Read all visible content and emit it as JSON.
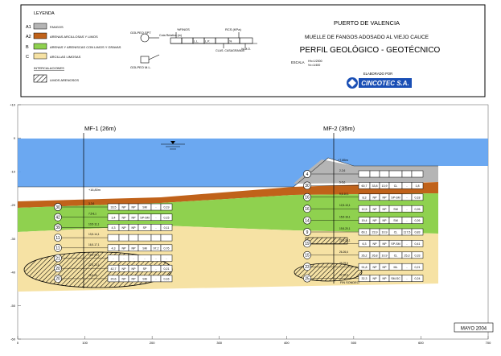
{
  "legend": {
    "title": "LEYENDA",
    "items": [
      {
        "code": "A1",
        "label": "FANGOS",
        "color": "#b5b5b5"
      },
      {
        "code": "A2",
        "label": "ARENAS ARCILLOSAS Y LIMOS",
        "color": "#c0621a"
      },
      {
        "code": "B",
        "label": "ARENAS Y ARENISCAS CON LIMOS Y GRAVAS",
        "color": "#8fd14f"
      },
      {
        "code": "C",
        "label": "ARCILLAS LIMOSAS",
        "color": "#f6e2a4"
      }
    ],
    "intercalations_title": "INTERCALACIONES",
    "hatch_label": "LIMOS ARENOSOS",
    "key": {
      "golpeo_spt": "GOLPEO SPT",
      "golpeo_ml": "GOLPEO M.L.",
      "finos": "%FINOS",
      "rcs": "RCS (KPa)",
      "cota": "Cota Relativa (m)",
      "ll": "L.L.",
      "lp": "L.P.",
      "pct": "%",
      "mo": "% M.O.",
      "clas": "CLAS. CASAGRANDE"
    }
  },
  "header": {
    "location": "PUERTO DE VALENCIA",
    "project": "MUELLE DE FANGOS ADOSADO AL VIEJO CAUCE",
    "title": "PERFIL GEOLÓGICO - GEOTÉCNICO",
    "scale_label": "ESCALA",
    "scale_h": "Hh=1/2000",
    "scale_v": "Vv=1/400",
    "made_by": "ELABORADO POR",
    "company": "CINCOTEC S.A."
  },
  "profile": {
    "y_ticks": [
      "+10",
      "0",
      "-10",
      "-20",
      "-30",
      "-40",
      "-50",
      "-60"
    ],
    "x_ticks": [
      "0",
      "100",
      "200",
      "300",
      "400",
      "500",
      "600",
      "700"
    ],
    "boreholes": [
      {
        "name": "MF-1 (26m)"
      },
      {
        "name": "MF-2 (35m)"
      }
    ],
    "level_labels": [
      "+16,80m",
      "+7,85m",
      "FIN SONDEO"
    ],
    "mf1_rows": [
      {
        "spt": "30",
        "depth": "3-3,6",
        "c": [
          "33,5",
          "NP",
          "NP",
          "SM",
          "-",
          "0,19"
        ]
      },
      {
        "spt": "42",
        "depth": "7,5-8,1",
        "c": [
          "3,4",
          "NP",
          "NP",
          "SP-SM",
          "-",
          "0,15"
        ]
      },
      {
        "spt": "39",
        "depth": "10,5-11,1",
        "c": [
          "4,3",
          "NP",
          "NP",
          "SP",
          "-",
          "0,11"
        ]
      },
      {
        "spt": "11",
        "depth": "13,5-14,1",
        "c": [],
        "blank": true
      },
      {
        "spt": "11",
        "depth": "16,5-17,1",
        "c": [
          "4,3",
          "NP",
          "NP",
          "SM",
          "97,2",
          "0,76"
        ]
      },
      {
        "spt": "21",
        "depth": "19,5-20,1",
        "c": [
          "-",
          "-",
          "-",
          "-",
          "-",
          "-"
        ]
      },
      {
        "spt": "20",
        "depth": "22,5-23,1",
        "c": [
          "42,7",
          "NP",
          "NP",
          "SP",
          "-",
          "0,21"
        ]
      },
      {
        "spt": "20",
        "depth": "25,5-26",
        "c": [
          "20,6",
          "NP",
          "NP",
          "SM",
          "-",
          "0,16"
        ]
      }
    ],
    "mf2_rows": [
      {
        "spt": "4",
        "depth": "2-2,6",
        "c": [],
        "blank": true
      },
      {
        "spt": "30",
        "depth": "5-5,6",
        "c": [
          "60,7",
          "33,8",
          "13,9",
          "CL",
          "-",
          "1,8"
        ]
      },
      {
        "spt": "16",
        "depth": "9,5-10,1",
        "c": [
          "8,3",
          "NP",
          "NP",
          "SP-SM",
          "-",
          "0,18"
        ]
      },
      {
        "spt": "16",
        "depth": "12,5-13,1",
        "c": [
          "12,5",
          "NP",
          "NP",
          "SM",
          "-",
          "0,26"
        ]
      },
      {
        "spt": "14",
        "depth": "15,5-16,1",
        "c": [
          "19,4",
          "NP",
          "NP",
          "SM",
          "-",
          "0,26"
        ]
      },
      {
        "spt": "9",
        "depth": "19,5-20,1",
        "c": [
          "60,1",
          "23,9",
          "10,9",
          "CL",
          "117,5",
          "0,83"
        ]
      },
      {
        "spt": "19",
        "depth": "22,5-23,1",
        "c": [
          "6,3",
          "NP",
          "NP",
          "SP-SM",
          "-",
          "0,41"
        ]
      },
      {
        "spt": "15",
        "depth": "26-26,6",
        "c": [
          "26,2",
          "26,8",
          "10,9",
          "CL",
          "25,3",
          "0,33"
        ]
      },
      {
        "spt": "23",
        "depth": "29-29,6",
        "c": [
          "91,8",
          "NP",
          "NP",
          "ML",
          "-",
          "0,21"
        ]
      },
      {
        "spt": "25",
        "depth": "32-32,6",
        "c": [
          "32,3",
          "NP",
          "NP",
          "SM-SC",
          "-",
          "0,24"
        ]
      }
    ],
    "date": "MAYO 2004"
  }
}
